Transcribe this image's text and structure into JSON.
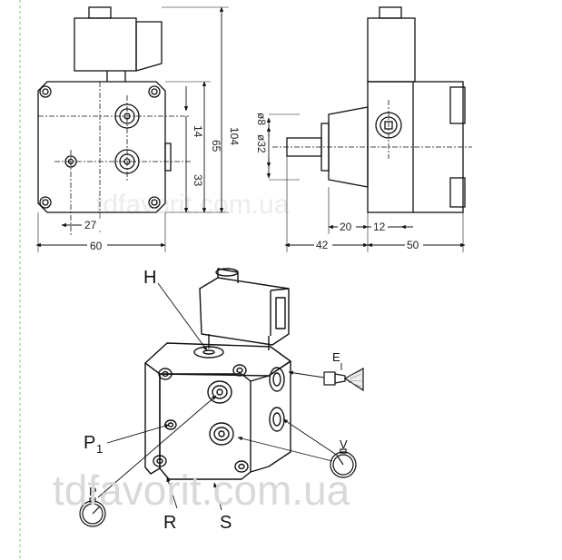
{
  "watermark": "tdfavorit.com.ua",
  "dimensions": {
    "height_total": "104",
    "height_mid": "65",
    "dim_14": "14",
    "dim_33": "33",
    "width_27": "27",
    "width_60": "60",
    "dia_8": "ø8",
    "dia_32": "ø32",
    "dim_20": "20",
    "dim_12": "12",
    "dim_42": "42",
    "dim_50": "50"
  },
  "labels": {
    "H": "H",
    "E": "E",
    "P1_main": "P",
    "P1_sub": "1",
    "P": "P",
    "V": "V",
    "R": "R",
    "S": "S"
  }
}
